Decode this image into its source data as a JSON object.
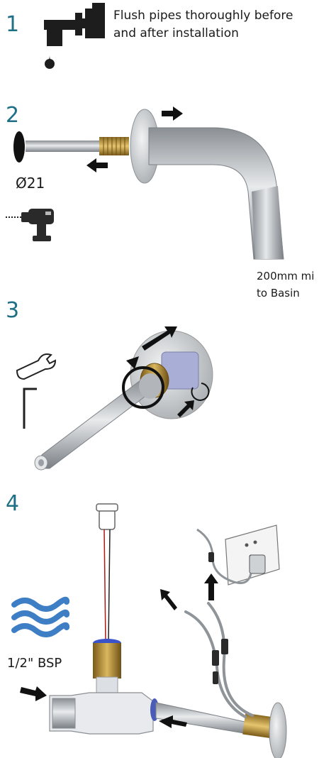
{
  "steps": [
    {
      "number": "1",
      "text_line1": "Flush pipes thoroughly before",
      "text_line2": "and after installation"
    },
    {
      "number": "2",
      "diameter": "Ø21",
      "distance_line1": "200mm mi",
      "distance_line2": "to Basin"
    },
    {
      "number": "3"
    },
    {
      "number": "4",
      "thread": "1/2\" BSP"
    }
  ],
  "icons": {
    "step1": "faucet-drip-icon",
    "step2_hole": "drill-hole-icon",
    "step2_drill": "power-drill-icon",
    "step3_spanner": "spanner-icon",
    "step3_hex": "hex-key-icon",
    "step4_water": "water-waves-icon"
  },
  "colors": {
    "step_number": "#1f6f86",
    "water": "#3d7ec5",
    "brass": "#c9a24a"
  }
}
